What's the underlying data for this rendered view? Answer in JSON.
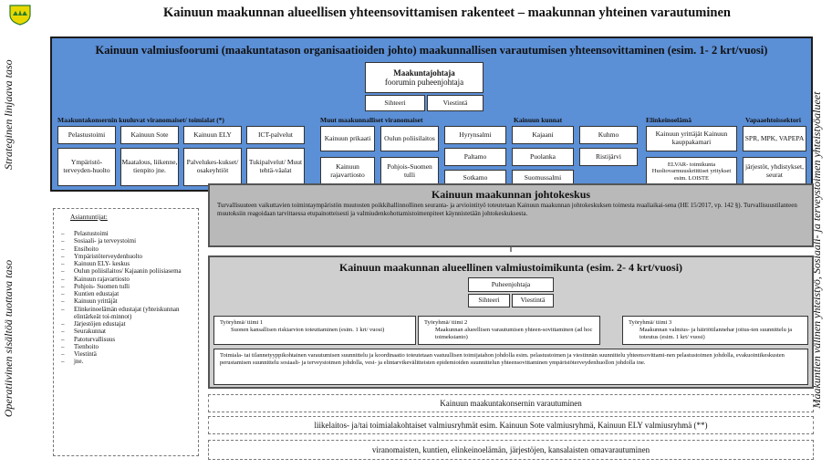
{
  "title": "Kainuun maakunnan alueellisen yhteensovittamisen rakenteet – maakunnan yhteinen varautuminen",
  "side_labels": {
    "strategic": "Strateginen linjaava taso",
    "operative": "Operatiivinen sisältöä tuottava taso",
    "right": "Maakuntien välinen yhteistyö, Sosiaali- ja terveystoimen yhteistyöalueet"
  },
  "forum": {
    "title": "Kainuun valmiusfoorumi (maakuntatason organisaatioiden johto) maakunnallisen varautumisen yhteensovittaminen (esim. 1- 2 krt/vuosi)",
    "chair_title": "Maakuntajohtaja",
    "chair_sub": "foorumin puheenjohtaja",
    "secretary": "Sihteeri",
    "communications": "Viestintä",
    "sections": {
      "konserni": "Maakuntakonsernin kuuluvat viranomaiset/ toimialat (*)",
      "muut": "Muut maakunnalliset viranomaiset",
      "kunnat": "Kainuun kunnat",
      "elinkeino": "Elinkeinoelämä",
      "vapaaeht": "Vapaaehtoissektori"
    },
    "boxes": {
      "pelastustoimi": "Pelastustoimi",
      "ymparisto": "Ympäristö-terveyden-huolto",
      "sote": "Kainuun Sote",
      "maatalous": "Maatalous, liikenne, tienpito jne.",
      "ely": "Kainuun ELY",
      "palvelukeskukset": "Palvelukes-kukset/ osakeyhtiöt",
      "ict": "ICT-palvelut",
      "tukipalvelut": "Tukipalvelut/ Muut tehtä-väalat",
      "prikaati": "Kainuun prikaati",
      "rajavartiosto": "Kainuun rajavartiosto",
      "poliisilaitos": "Oulun poliisilaitos",
      "tulli": "Pohjois-Suomen tulli",
      "hyrynsalmi": "Hyrynsalmi",
      "paltamo": "Paltamo",
      "sotkamo": "Sotkamo",
      "kajaani": "Kajaani",
      "puolanka": "Puolanka",
      "suomussalmi": "Suomussalmi",
      "kuhmo": "Kuhmo",
      "ristijarvi": "Ristijärvi",
      "yrittajat": "Kainuun yrittäjät Kainuun kauppakamari",
      "elvar": "ELVAR- toimikunta Huoltovarmuuskriittiset yritykset esim. LOISTE",
      "spr": "SPR, MPK, VAPEPA",
      "jarjestot": "järjestöt, yhdistykset, seurat"
    }
  },
  "command_center": {
    "title": "Kainuun maakunnan johtokeskus",
    "text": "Turvallisuuteen vaikuttavien toimintaympäristön muutosten poikkihallinnollinen seuranta- ja arviointityö toteutetaan Kainuun maakunnan johtokeskuksen toimesta reaaliaikai-sena (HE 15/2017, vp. 142 §). Turvallisuustilanteen muutoksiin reagoidaan tarvittaessa etupainotteisesti ja valmiudenkohottamistoimenpiteet käynnistetään johtokeskuksesta."
  },
  "committee": {
    "title": "Kainuun maakunnan alueellinen valmiustoimikunta (esim. 2- 4 krt/vuosi)",
    "chair": "Puheenjohtaja",
    "secretary": "Sihteeri",
    "communications": "Viestintä",
    "teams": [
      {
        "title": "Työryhmä/ tiimi 1",
        "text": "Suonen kansallisen riskiarvion toteuttaminen (esim. 1 krt/ vuosi)"
      },
      {
        "title": "Työryhmä/ tiimi 2",
        "text": "Maakunnan alueellisen varautumisen yhteen-sovittaminen (ad hoc toimeksianto)"
      },
      {
        "title": "Työryhmä/ tiimi 3",
        "text": "Maakunnan valmius- ja häiriötilannehar joitus-ten suunnittelu ja toteutus (esim. 1 krt/ vuosi)"
      }
    ],
    "description": "Toimiala- tai tilannetyyppikohtainen varautumisen suunnittelu ja koordinaatio toteutetaan vastuullisen toimijatahon johdolla esim. pelastustoimen ja viestinnän suunnittelu yhteensovittami-nen pelastustoimen johdolla, evakuointikeskusten perustamisen suunnittelu sosiaali- ja terveystoimen johdolla, vesi- ja elintarvikevälitteisten epidemioiden suunnittelun yhteensovittaminen ympäristöterveydenhuollon johdolla ine."
  },
  "experts": {
    "heading": "Asiantuntijat:",
    "items": [
      "Pelastustoimi",
      "Sosiaali- ja terveystoimi",
      "Ensihoito",
      "Ympäristöterveydenhuolto",
      "Kainuun ELY- keskus",
      "Oulun poliisilaitos/ Kajaanin poliisiasema",
      "Kainuun rajavartiosto",
      "Pohjois- Suomen tulli",
      "Kuntien edustajat",
      "Kainuun yrittäjät",
      "Elinkeinoelämän edustajat (yhteiskunnan elintärkeät toi-minnot)",
      "Järjestöjen edustajat",
      "Seurakunnat",
      "Patoturvallisuus",
      "Tienhoito",
      "Viestintä",
      "jne."
    ]
  },
  "bottom_rows": [
    "Kainuun maakuntakonsernin varautuminen",
    "liikelaitos- ja/tai toimialakohtaiset valmiusryhmät esim. Kainuun Sote valmiusryhmä, Kainuun ELY valmiusryhmä (**)",
    "viranomaisten, kuntien, elinkeinoelämän, järjestöjen, kansalaisten omavarautuminen"
  ],
  "colors": {
    "forum_blue": "#5b8fd6",
    "command_gray": "#b9b9b9",
    "committee_gray": "#cfcfcf"
  }
}
